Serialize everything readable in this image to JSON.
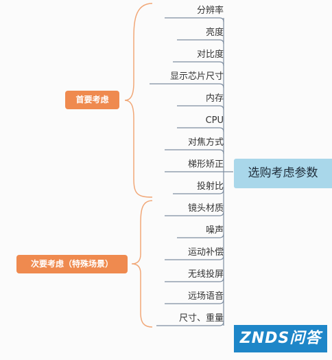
{
  "central_topic": "选购考虑参数",
  "groups": [
    {
      "label": "首要考虑",
      "items": [
        "分辨率",
        "亮度",
        "对比度",
        "显示芯片尺寸",
        "内存",
        "CPU",
        "对焦方式",
        "梯形矫正",
        "投射比"
      ]
    },
    {
      "label": "次要考虑（特殊场景）",
      "items": [
        "镜头材质",
        "噪声",
        "运动补偿",
        "无线投屏",
        "远场语音",
        "尺寸、重量"
      ]
    }
  ],
  "watermark": "ZNDS问答",
  "colors": {
    "central_bg": "#a9d7ea",
    "group_bg": "#ef8a4f",
    "branch_line": "#f1a777",
    "leaf_line": "#7d8da0",
    "watermark_bg": "#1e86c8"
  }
}
